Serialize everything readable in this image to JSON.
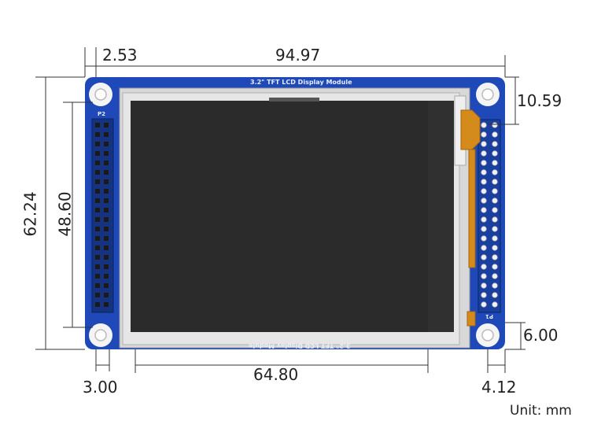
{
  "dimensions": {
    "top_left": "2.53",
    "top_width": "94.97",
    "right_top": "10.59",
    "left_outer": "62.24",
    "left_inner": "48.60",
    "right_bottom": "6.00",
    "bottom_left": "3.00",
    "bottom_center": "64.80",
    "bottom_right": "4.12"
  },
  "unit_label": "Unit: mm",
  "board": {
    "title_top": "3.2\" TFT LCD Display Module",
    "title_bottom": "3.2\" TFT LCD Display Module",
    "left_header_label": "P2",
    "right_header_label": "P1"
  },
  "colors": {
    "pcb_blue": "#1f48b8",
    "screen": "#2b2b2b",
    "line": "#333333"
  }
}
